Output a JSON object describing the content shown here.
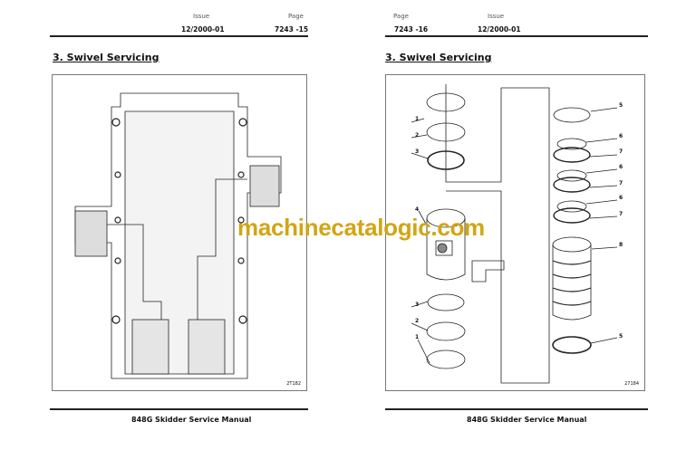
{
  "left_page": {
    "header": {
      "issue_label": "Issue",
      "issue_value": "12/2000-01",
      "page_label": "Page",
      "page_value": "7243 -15"
    },
    "section_title": "3.  Swivel Servicing",
    "figure_id": "2T182",
    "footer": "848G Skidder Service Manual"
  },
  "right_page": {
    "header": {
      "page_label": "Page",
      "page_value": "7243 -16",
      "issue_label": "Issue",
      "issue_value": "12/2000-01"
    },
    "section_title": "3.  Swivel Servicing",
    "figure_id": "27184",
    "callouts": [
      "1",
      "2",
      "3",
      "4",
      "3",
      "2",
      "1",
      "5",
      "6",
      "7",
      "6",
      "7",
      "6",
      "7",
      "8",
      "5"
    ],
    "footer": "848G Skidder Service Manual"
  },
  "watermark": "machinecatalogic.com",
  "colors": {
    "watermark": "#d2a514"
  }
}
